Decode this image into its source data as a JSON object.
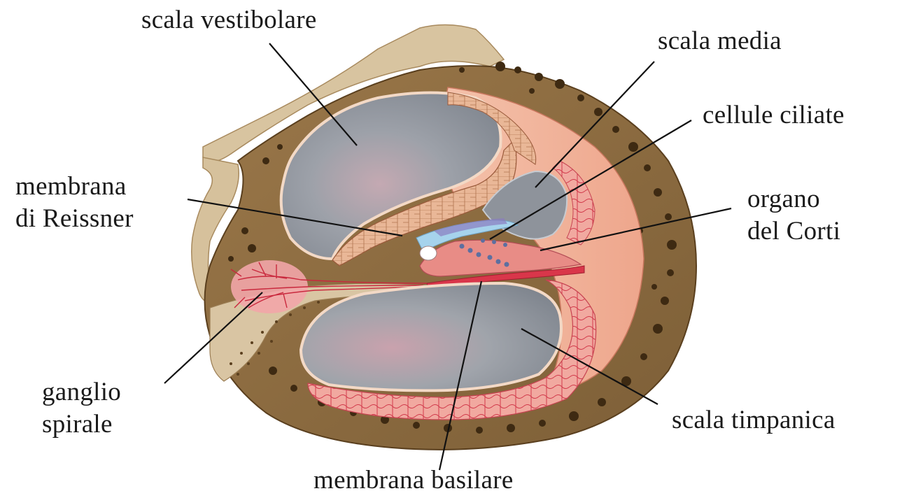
{
  "labels": {
    "scala_vestibolare": "scala vestibolare",
    "scala_media": "scala media",
    "cellule_ciliate": "cellule ciliate",
    "membrana_reissner_1": "membrana",
    "membrana_reissner_2": "di Reissner",
    "organo_corti_1": "organo",
    "organo_corti_2": "del Corti",
    "ganglio_spirale_1": "ganglio",
    "ganglio_spirale_2": "spirale",
    "scala_timpanica": "scala timpanica",
    "membrana_basilare": "membrana basilare"
  },
  "colors": {
    "bone": "#8c6a3f",
    "bone_dark": "#5a3f1e",
    "bone_light": "#d9c6a2",
    "tissue": "#f2b49c",
    "tissue_light": "#f8d3c0",
    "chamber": "#8f959d",
    "chamber_light": "#b9bdc4",
    "vessel": "#d9364a",
    "membrane": "#a8d4ec"
  }
}
